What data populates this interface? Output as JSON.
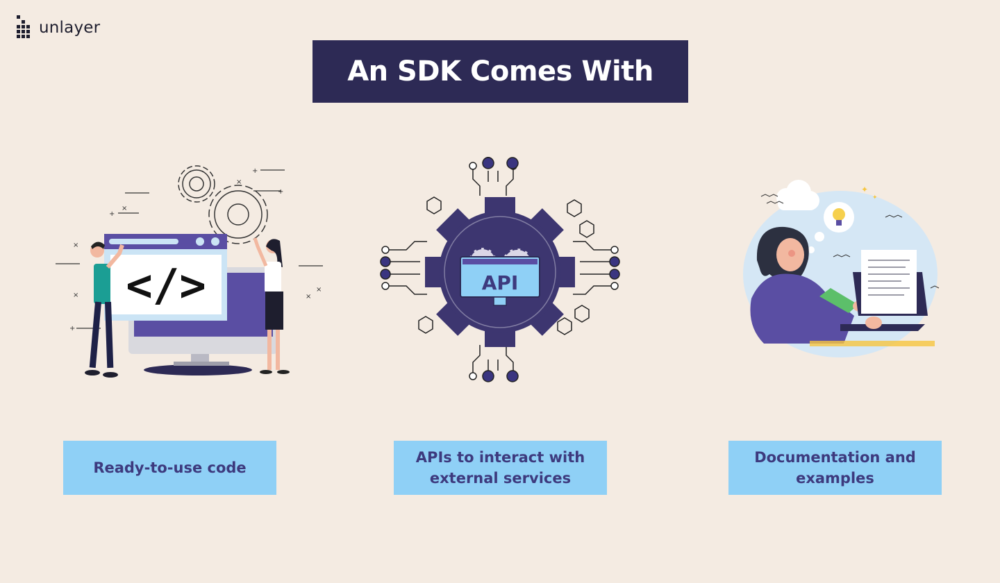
{
  "brand": {
    "name": "unlayer",
    "icon": "unlayer-logo-icon"
  },
  "title": "An SDK Comes With",
  "cards": [
    {
      "label": "Ready-to-use code",
      "illustration": "developers-code-screen-illustration"
    },
    {
      "label": "APIs to interact with external services",
      "illustration": "api-gear-circuit-illustration"
    },
    {
      "label": "Documentation and examples",
      "illustration": "woman-laptop-documentation-illustration"
    }
  ],
  "api_badge_text": "API",
  "code_symbol_text": "</>",
  "colors": {
    "background": "#f4ebe2",
    "title_bg": "#2d2a55",
    "title_text": "#ffffff",
    "label_bg": "#8fd0f6",
    "label_text": "#3d3a7e",
    "accent_purple": "#5a4ea3"
  }
}
